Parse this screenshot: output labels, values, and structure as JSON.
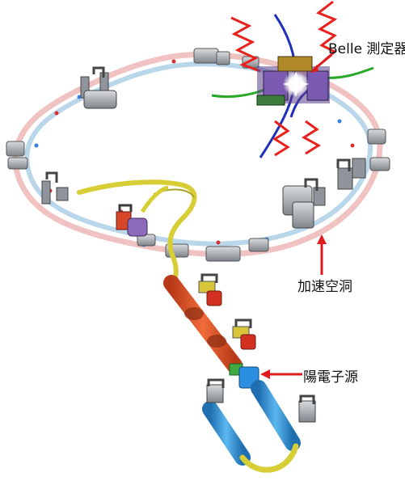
{
  "labels": {
    "detector": "Belle 測定器",
    "cavity": "加速空洞",
    "source": "陽電子源"
  },
  "colors": {
    "electron_ring": "#f2c6c6",
    "positron_ring": "#bcd8ea",
    "linac_front": "#e2572d",
    "linac_back": "#3a9be0",
    "transport_line": "#d8cf3a",
    "arrow": "#e01b1b",
    "particle_jets_red": "#e8211d",
    "tracks_blue": "#1f2fb8",
    "tracks_green": "#2aa82a"
  }
}
